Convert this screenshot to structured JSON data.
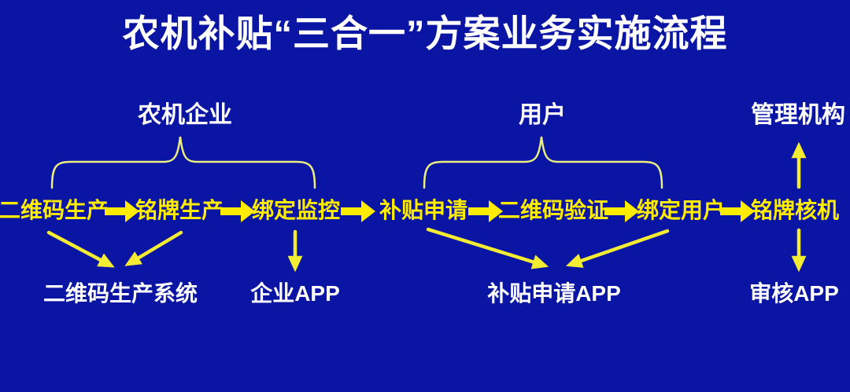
{
  "title": "农机补贴“三合一”方案业务实施流程",
  "groups": {
    "enterprise": "农机企业",
    "user": "用户",
    "authority": "管理机构"
  },
  "flow": {
    "steps": [
      "二维码生产",
      "铭牌生产",
      "绑定监控",
      "补贴申请",
      "二维码验证",
      "绑定用户",
      "铭牌核机"
    ]
  },
  "systems": {
    "qr_production_system": "二维码生产系统",
    "enterprise_app": "企业APP",
    "subsidy_app": "补贴申请APP",
    "audit_app": "审核APP"
  },
  "icons": {
    "flow_arrow": "right-block-arrow ➡",
    "connector_arrow": "thin-yellow-arrow",
    "brace": "upward-curly-brace",
    "up_arrow": "up-arrow ↑"
  },
  "colors": {
    "background": "#0b15a4",
    "title_text": "#ffffff",
    "label_text": "#ffffff",
    "flow_text": "#ffec00",
    "connector": "#f3ec33",
    "brace": "#e9ee7e"
  }
}
